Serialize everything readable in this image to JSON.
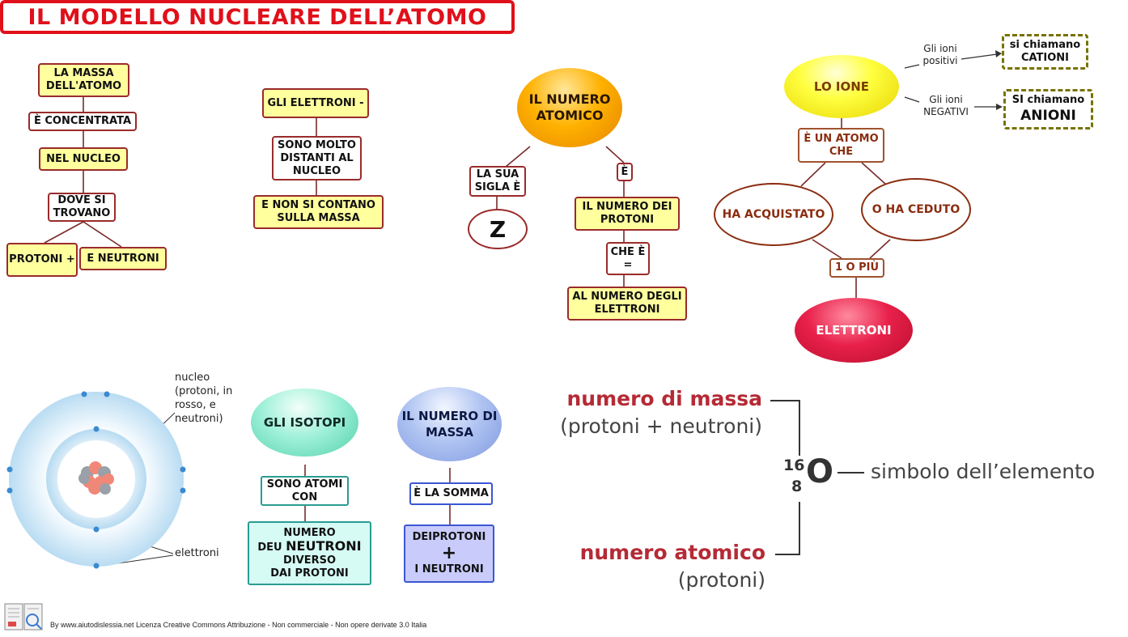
{
  "title": "IL MODELLO NUCLEARE DELL’ATOMO",
  "massa_map": {
    "n1": "LA MASSA DELL'ATOMO",
    "n2": "È CONCENTRATA",
    "n3": "NEL NUCLEO",
    "n4": "DOVE SI TROVANO",
    "n5": "PROTONI +",
    "n6": "E NEUTRONI"
  },
  "elettroni_map": {
    "n1": "GLI ELETTRONI -",
    "n2": "SONO MOLTO DISTANTI AL NUCLEO",
    "n3": "E NON SI CONTANO SULLA MASSA"
  },
  "numero_atomico_map": {
    "main": "IL NUMERO ATOMICO",
    "sigla": "LA SUA SIGLA È",
    "z": "Z",
    "e": "È",
    "protoni": "IL NUMERO DEI PROTONI",
    "che_e": "CHE È =",
    "elettroni": "AL NUMERO DEGLI ELETTRONI"
  },
  "ione_map": {
    "main": "LO IONE",
    "atomo": "È UN ATOMO CHE",
    "acquistato": "HA ACQUISTATO",
    "ceduto": "O HA CEDUTO",
    "uno_piu": "1 O PIÙ",
    "elettroni": "ELETTRONI",
    "positivi": "Gli ioni positivi",
    "negativi": "Gli ioni NEGATIVI",
    "cationi_1": "si chiamano",
    "cationi_2": "CATIONI",
    "anioni_1": "SI chiamano",
    "anioni_2": "ANIONI"
  },
  "atom_figure": {
    "nucleo": "nucleo (protoni, in rosso, e neutroni)",
    "elettroni": "elettroni"
  },
  "isotopi_map": {
    "main": "GLI ISOTOPI",
    "sono": "SONO ATOMI CON",
    "numero_1": "NUMERO",
    "numero_2": "DEU",
    "numero_3": "NEUTRONI",
    "numero_4": "DIVERSO",
    "numero_5": "DAI PROTONI"
  },
  "massa_numero_map": {
    "main": "IL NUMERO DI MASSA",
    "somma": "È LA SOMMA",
    "dei": "DEIPROTONI",
    "plus": "+",
    "neutroni": "I NEUTRONI"
  },
  "notation": {
    "massa_label": "numero di massa",
    "massa_sub": "(protoni + neutroni)",
    "mass_number": "16",
    "atomic_number": "8",
    "symbol": "O",
    "simbolo_label": "simbolo dell’elemento",
    "atomico_label": "numero atomico",
    "atomico_sub": "(protoni)"
  },
  "footer": "By www.aiutodislessia.net Licenza Creative Commons Attribuzione - Non commerciale - Non opere derivate 3.0 Italia",
  "colors": {
    "title_red": "#e0101a",
    "box_yellow": "#ffff9e",
    "box_border": "#9a2b2b",
    "teal": "#2a9c92",
    "blue": "#3b57d4",
    "notation_red": "#b52a35"
  }
}
